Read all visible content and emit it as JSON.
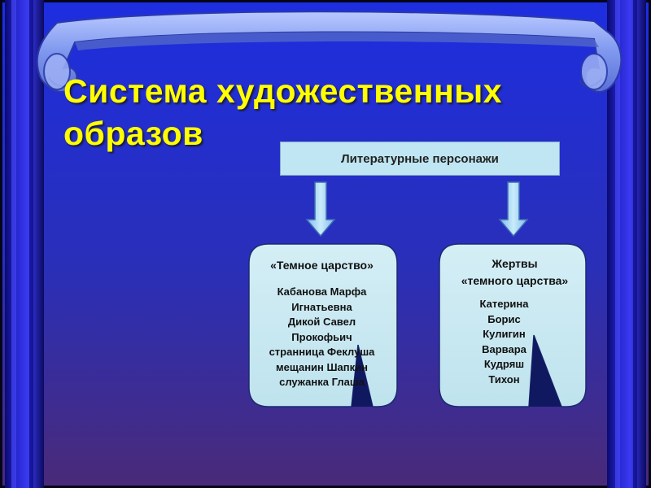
{
  "title": "Система художественных образов",
  "diagram": {
    "root": "Литературные персонажи",
    "groups": [
      {
        "heading": [
          "«Темное царство»"
        ],
        "items": [
          "Кабанова Марфа",
          "Игнатьевна",
          "Дикой Савел",
          "Прокофьич",
          "странница Феклуша",
          "мещанин Шапкин",
          "служанка Глаша"
        ]
      },
      {
        "heading": [
          "Жертвы",
          "«темного царства»"
        ],
        "items": [
          "Катерина",
          "Борис",
          "Кулигин",
          "Варвара",
          "Кудряш",
          "Тихон"
        ]
      }
    ]
  },
  "colors": {
    "background": "#1e2fd8",
    "scroll": "#8fa6f5",
    "title": "#ffff00",
    "box": "#bfe6f2",
    "arrow": "#9dd3f2"
  },
  "icons": [
    "scroll-banner",
    "arrow-down-icon"
  ]
}
